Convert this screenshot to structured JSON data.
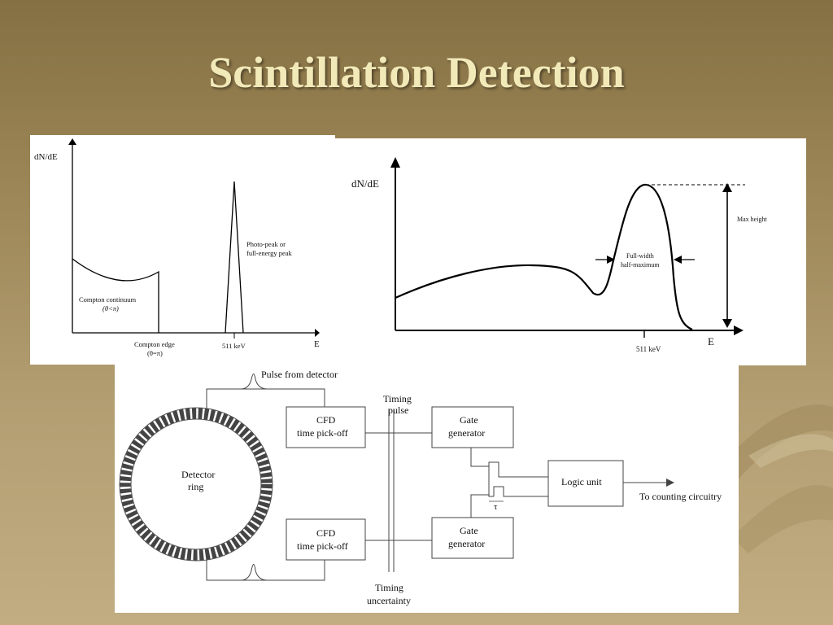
{
  "slide": {
    "title": "Scintillation Detection"
  },
  "left_plot": {
    "y_label": "dN/dE",
    "x_label": "E",
    "photo_peak_label_1": "Photo-peak or",
    "photo_peak_label_2": "full-energy peak",
    "compton_continuum_1": "Compton continuum",
    "compton_continuum_2": "(θ<π)",
    "compton_edge_1": "Compton edge",
    "compton_edge_2": "(θ=π)",
    "tick_511": "511 keV"
  },
  "right_plot": {
    "y_label": "dN/dE",
    "x_label": "E",
    "max_height_label": "Max height",
    "fwhm_label_1": "Full-width",
    "fwhm_label_2": "half-maximum",
    "tick_511": "511 keV"
  },
  "circuit": {
    "pulse_label": "Pulse from detector",
    "detector_ring_1": "Detector",
    "detector_ring_2": "ring",
    "cfd_top_1": "CFD",
    "cfd_top_2": "time pick-off",
    "cfd_bottom_1": "CFD",
    "cfd_bottom_2": "time pick-off",
    "timing_pulse_1": "Timing",
    "timing_pulse_2": "pulse",
    "gate_top_1": "Gate",
    "gate_top_2": "generator",
    "gate_bottom_1": "Gate",
    "gate_bottom_2": "generator",
    "logic_unit": "Logic unit",
    "counting": "To counting circuitry",
    "tau": "τ",
    "timing_uncertainty_1": "Timing",
    "timing_uncertainty_2": "uncertainty"
  }
}
